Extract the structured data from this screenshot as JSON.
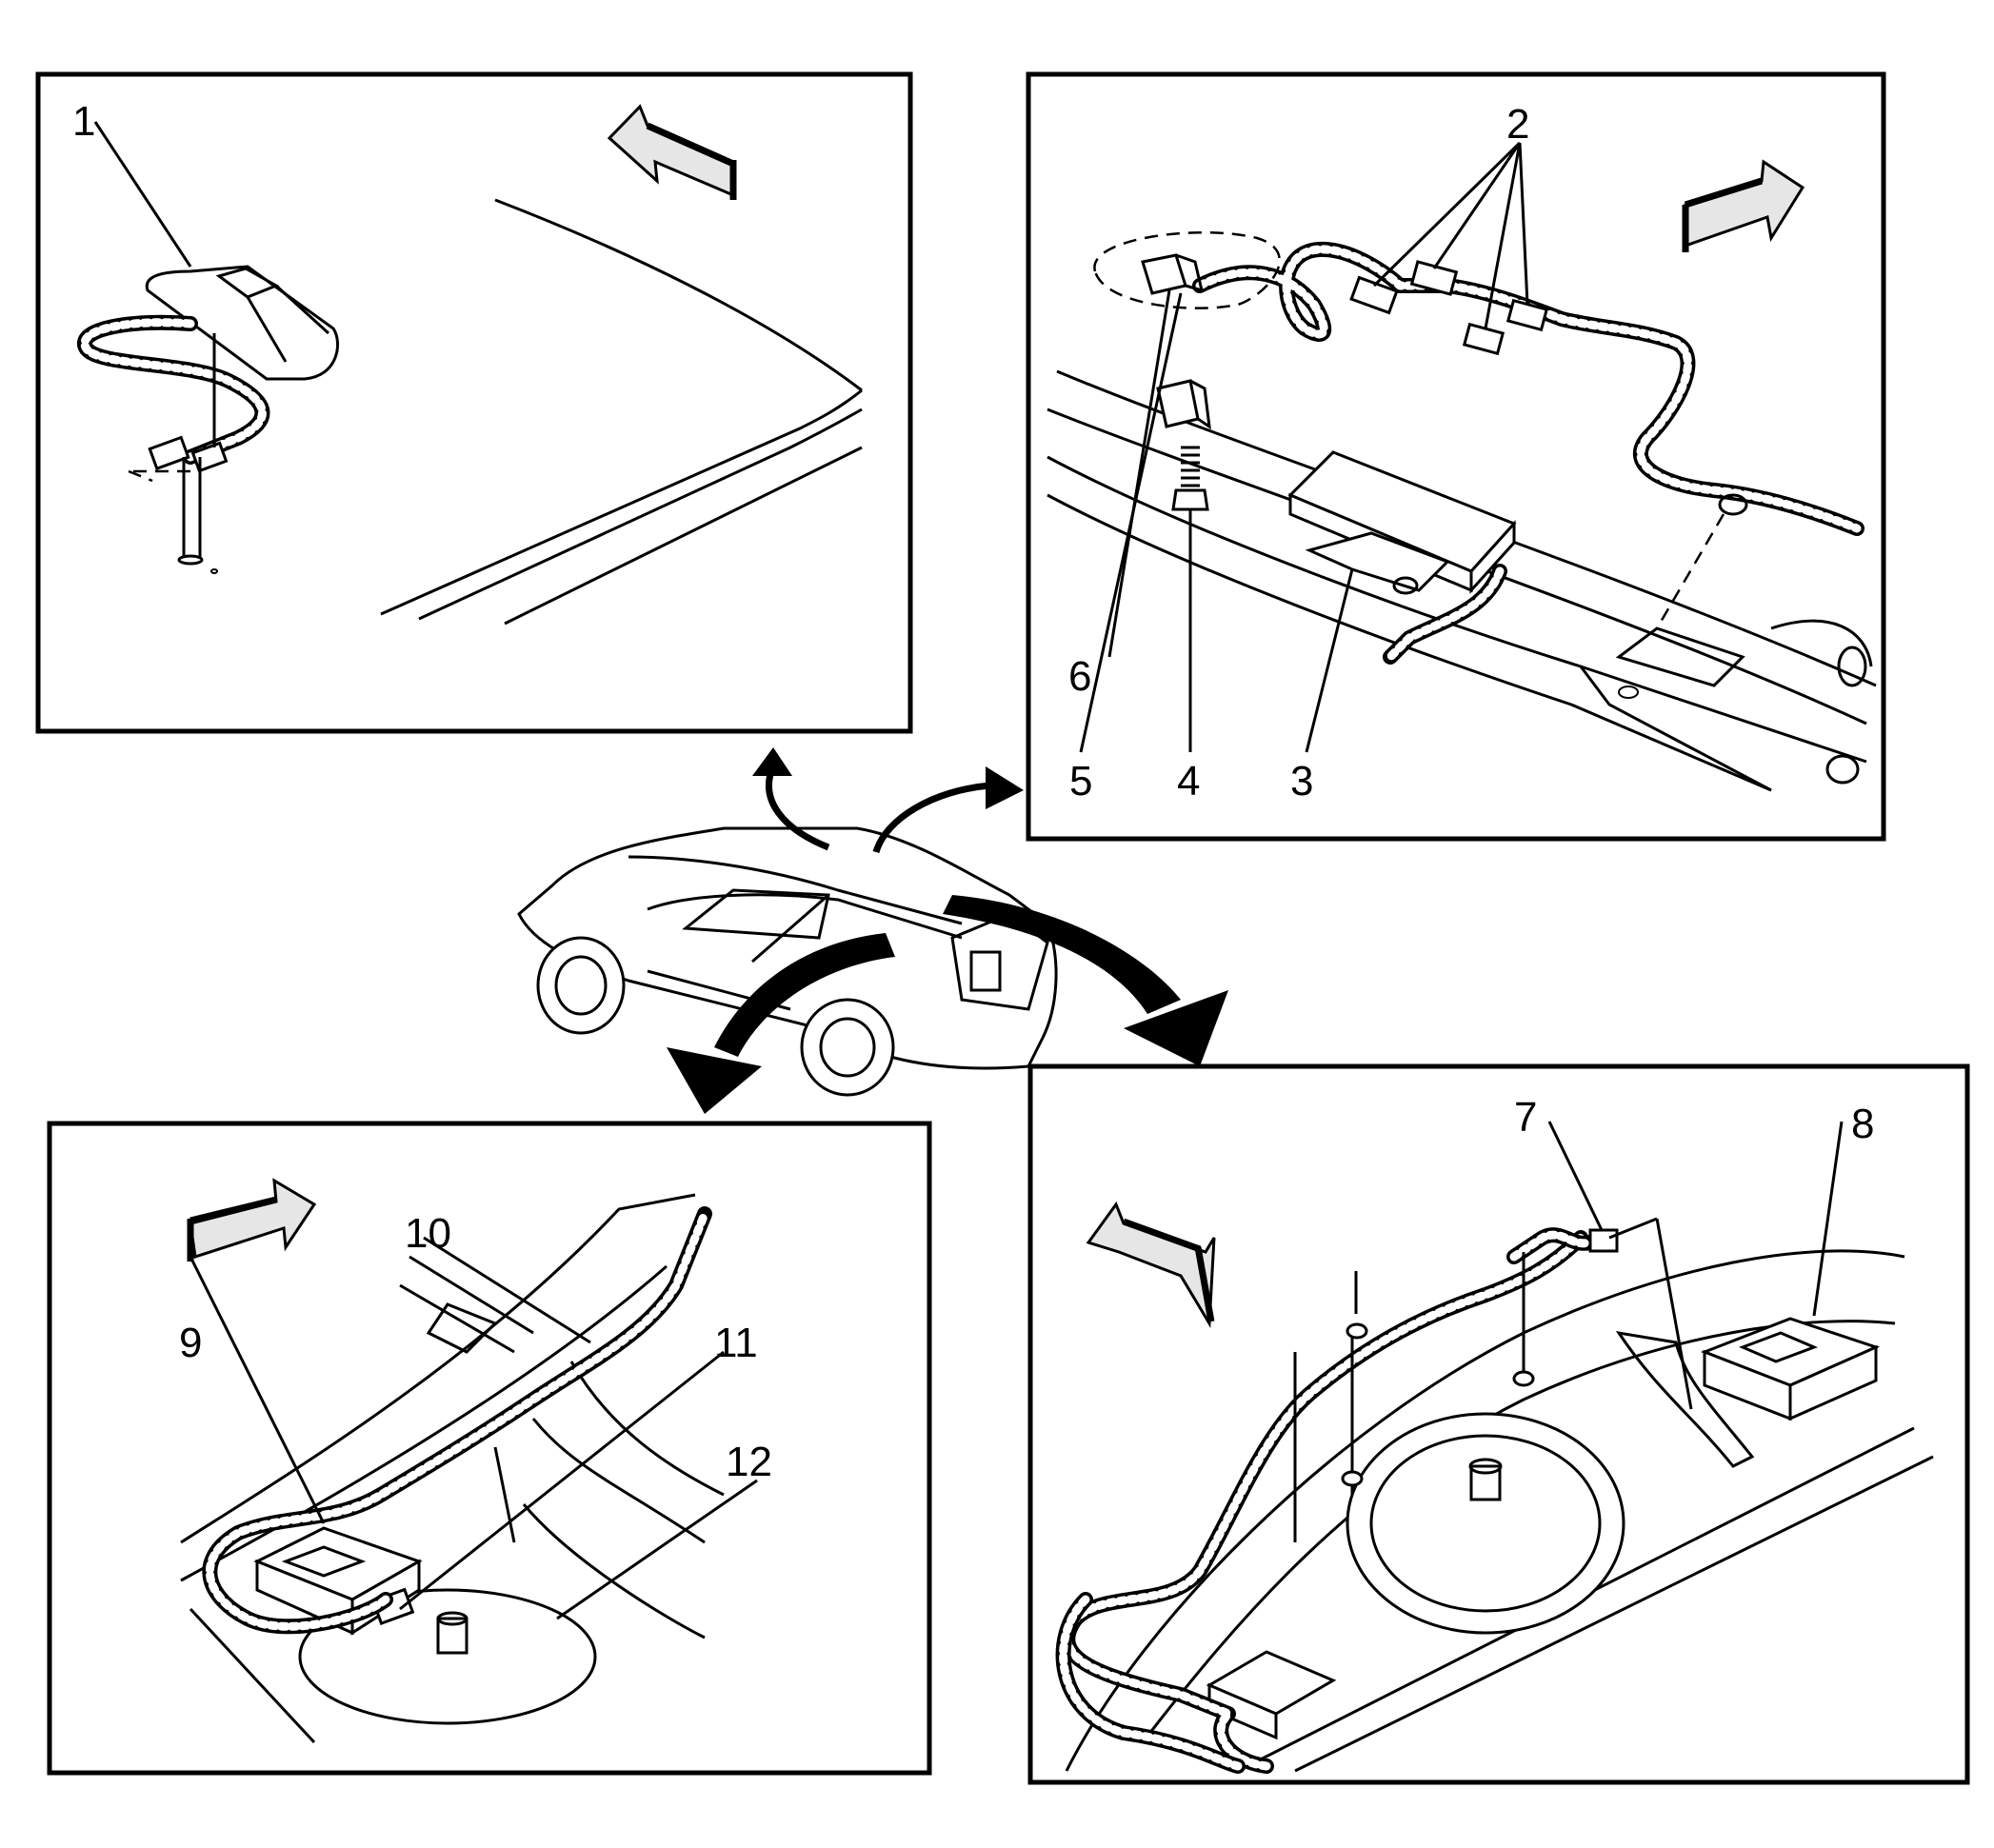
{
  "callouts": {
    "c1": "1",
    "c2": "2",
    "c3": "3",
    "c4": "4",
    "c5": "5",
    "c6": "6",
    "c7": "7",
    "c8": "8",
    "c9": "9",
    "c10": "10",
    "c11": "11",
    "c12": "12"
  },
  "icons": {
    "view_arrow": "direction-arrow-icon",
    "vehicle": "vehicle-overview",
    "pointer_arrow": "curved-pointer-arrow-icon"
  }
}
